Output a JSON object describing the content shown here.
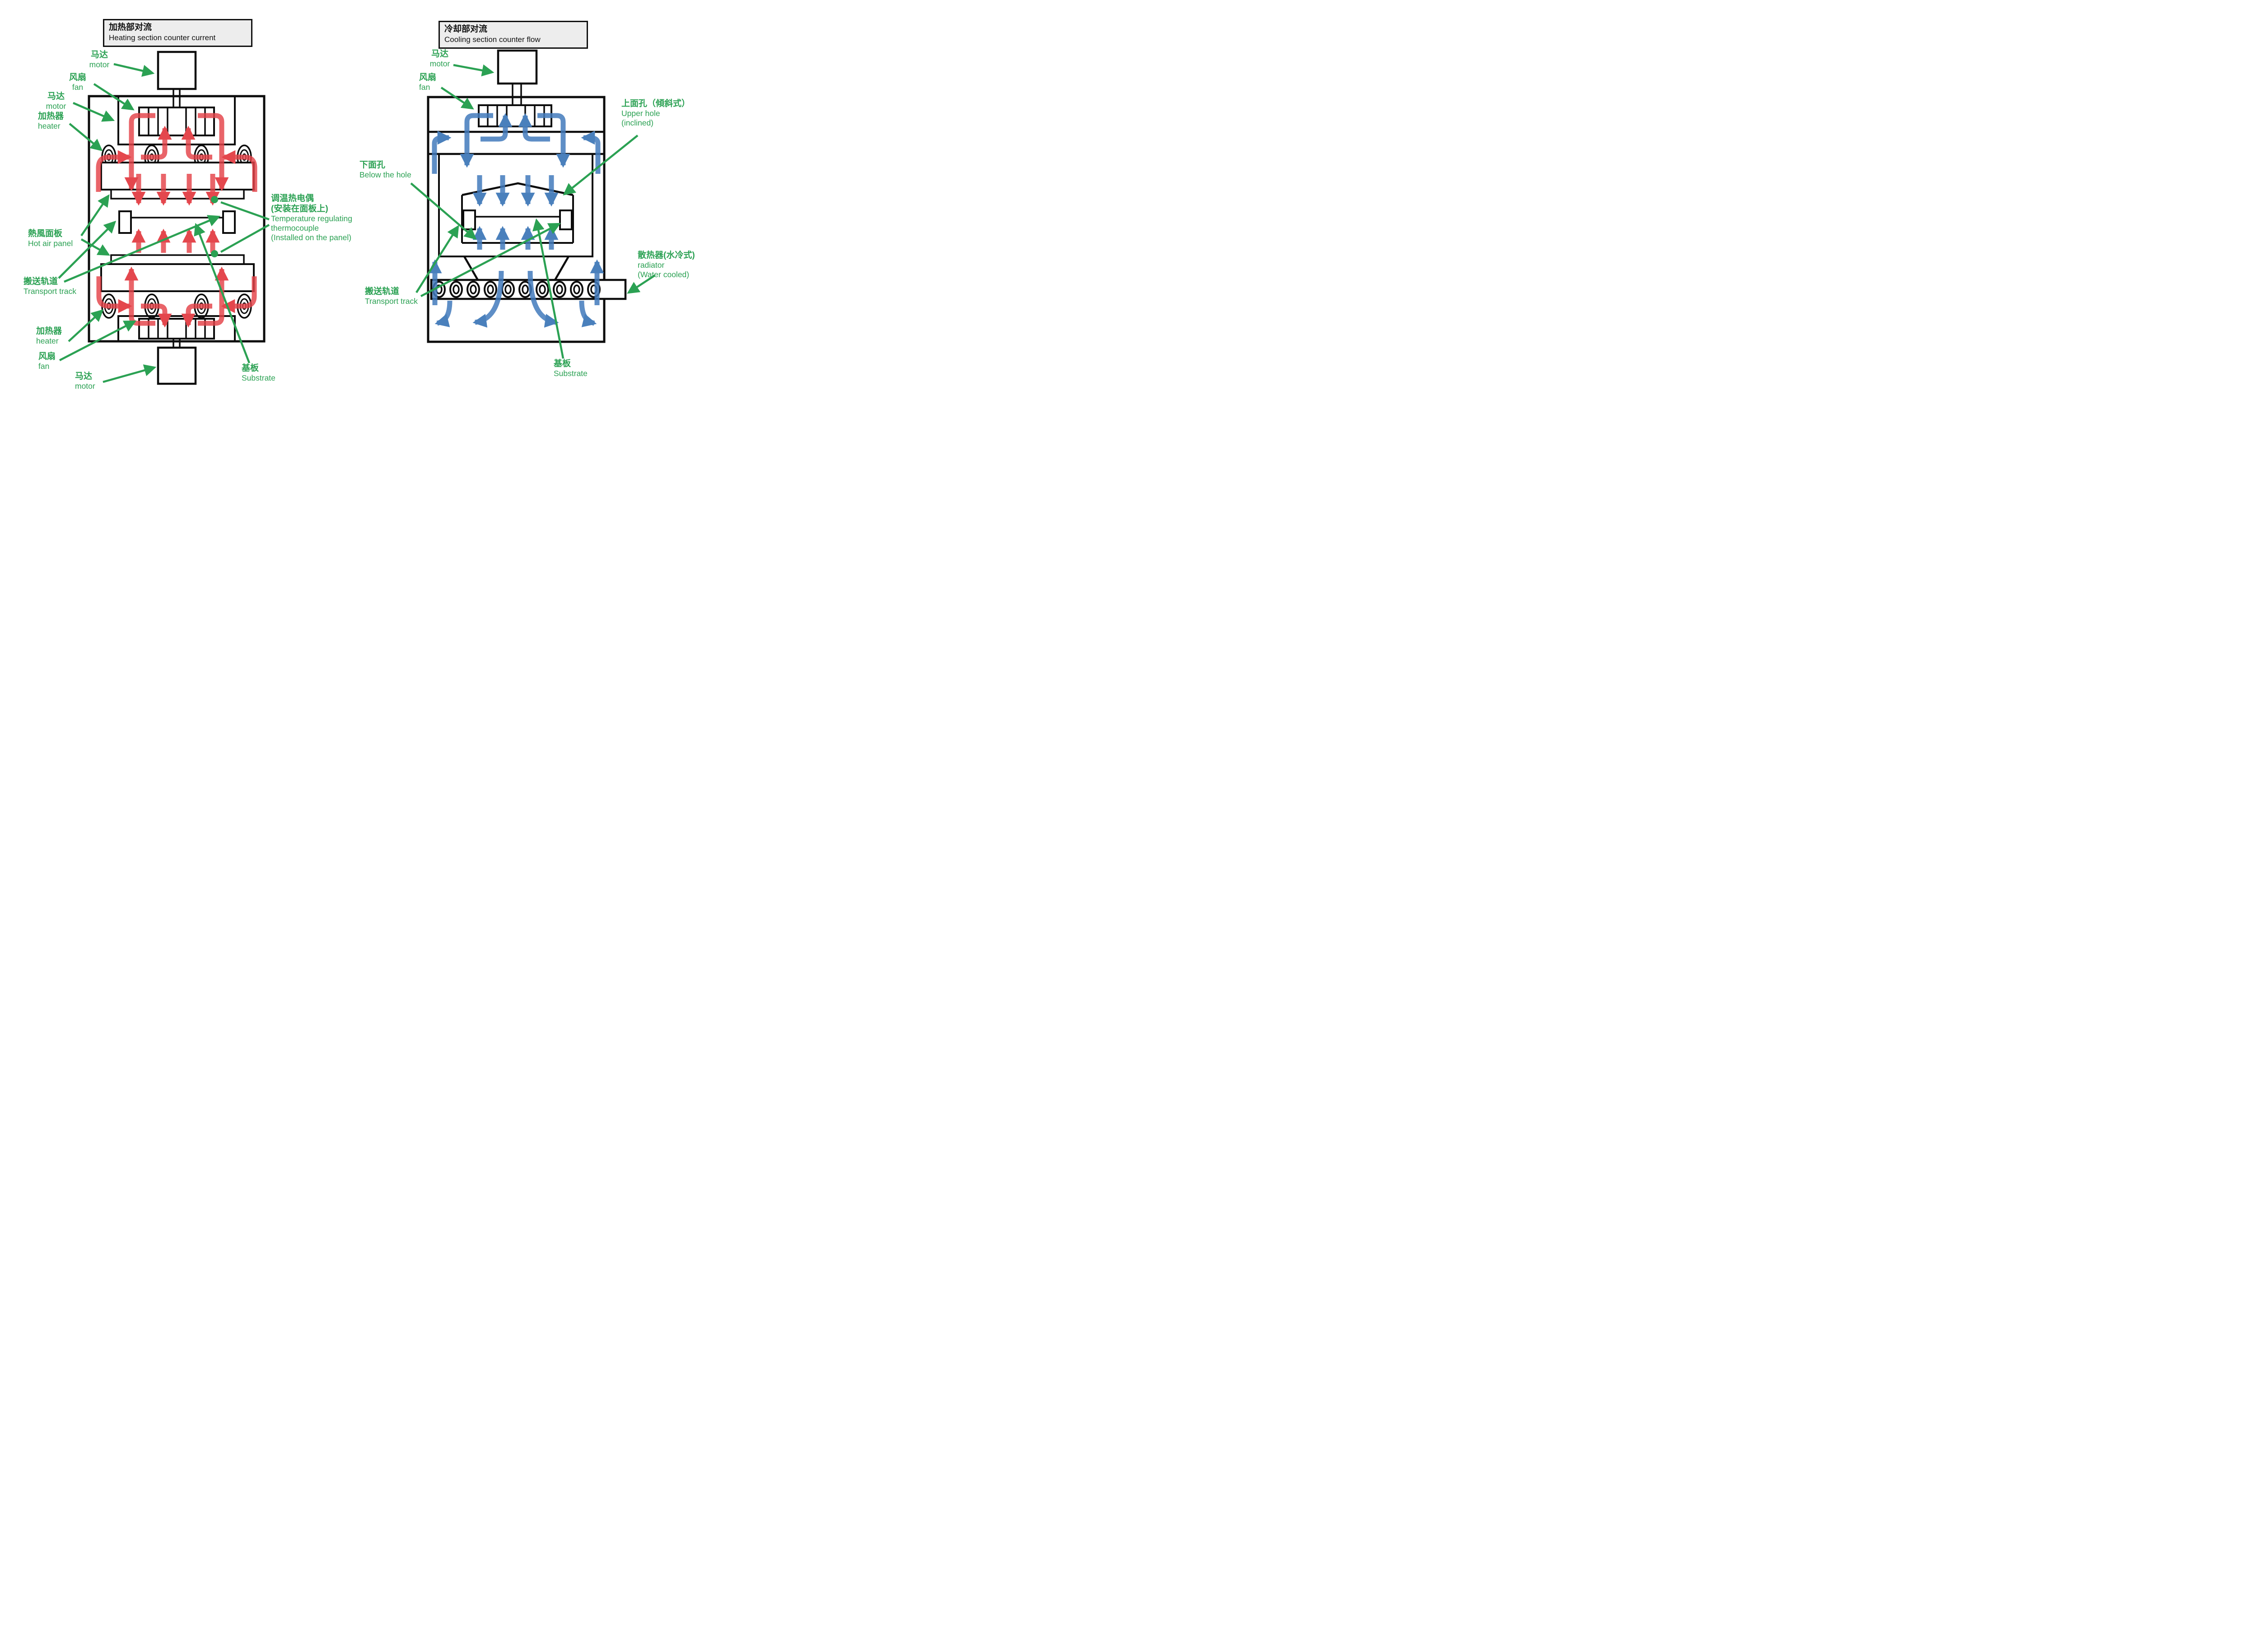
{
  "colors": {
    "annotation_green": "#2ba153",
    "heat_red": "#e4474d",
    "cool_blue": "#4a80bc",
    "machine_black": "#0c0c0c",
    "titlebox_bg": "#ededed"
  },
  "left": {
    "title": {
      "zh": "加热部对流",
      "en": "Heating section counter current"
    },
    "labels": {
      "motor_top": {
        "zh": "马达",
        "en": "motor"
      },
      "fan_top": {
        "zh": "风扇",
        "en": "fan"
      },
      "motor_upper": {
        "zh": "马达",
        "en": "motor"
      },
      "heater_upper": {
        "zh": "加热器",
        "en": "heater"
      },
      "hot_air_panel": {
        "zh": "熱風面板",
        "en": "Hot air panel"
      },
      "transport_track": {
        "zh": "搬送轨道",
        "en": "Transport track"
      },
      "thermocouple": {
        "zh1": "调温热电偶",
        "zh2": "(安装在面板上)",
        "en1": "Temperature regulating",
        "en2": "thermocouple",
        "en3": "(Installed on the panel)"
      },
      "heater_lower": {
        "zh": "加热器",
        "en": "heater"
      },
      "fan_lower": {
        "zh": "风扇",
        "en": "fan"
      },
      "motor_lower": {
        "zh": "马达",
        "en": "motor"
      },
      "substrate": {
        "zh": "基板",
        "en": "Substrate"
      }
    }
  },
  "right": {
    "title": {
      "zh": "冷却部对流",
      "en": "Cooling section counter flow"
    },
    "labels": {
      "motor": {
        "zh": "马达",
        "en": "motor"
      },
      "fan": {
        "zh": "风扇",
        "en": "fan"
      },
      "upper_hole": {
        "zh": "上面孔（傾斜式）",
        "en1": "Upper hole",
        "en2": "(inclined)"
      },
      "below_hole": {
        "zh": "下面孔",
        "en": "Below the hole"
      },
      "transport_track": {
        "zh": "搬送轨道",
        "en": "Transport track"
      },
      "radiator": {
        "zh": "散热器(水冷式)",
        "en1": "radiator",
        "en2": "(Water cooled)"
      },
      "substrate": {
        "zh": "基板",
        "en": "Substrate"
      }
    }
  }
}
